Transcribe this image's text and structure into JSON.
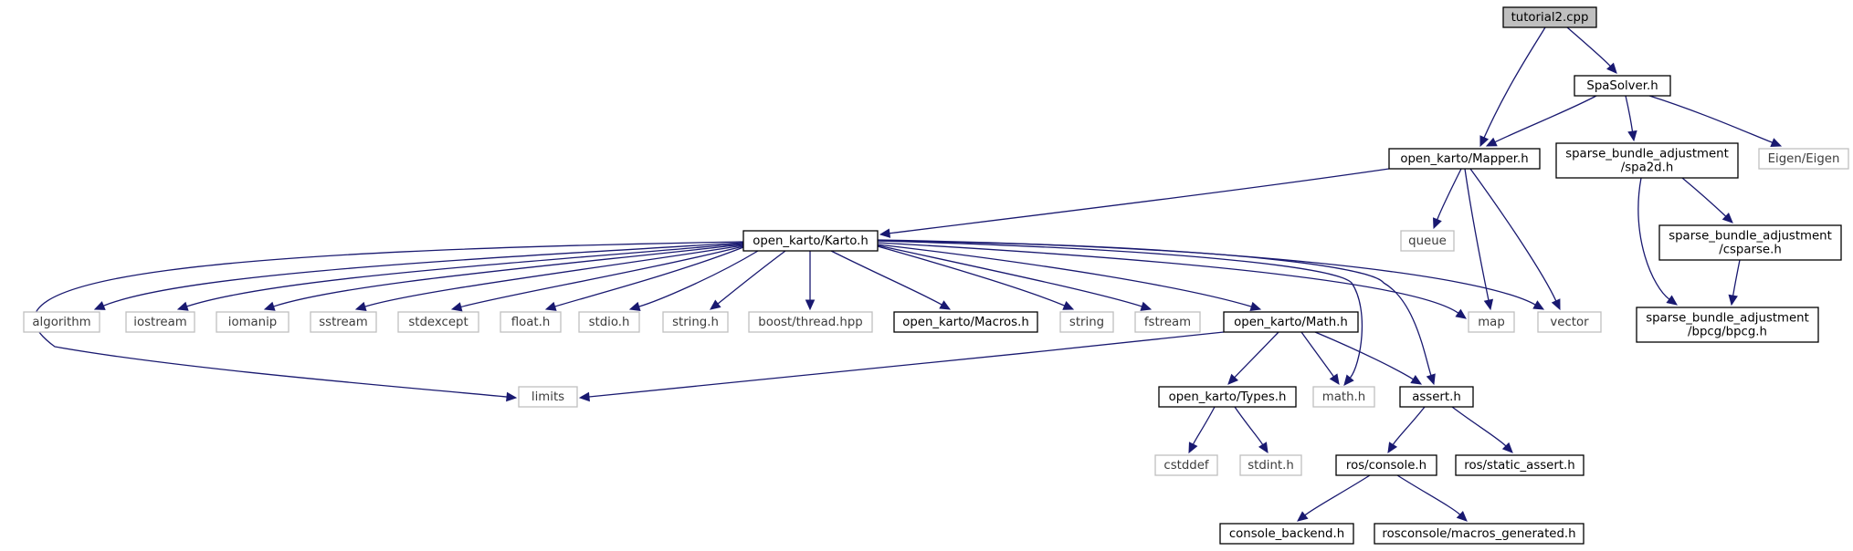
{
  "graph_title": "",
  "nodes": [
    {
      "id": "n_tutorial2",
      "lines": [
        "tutorial2.cpp"
      ],
      "kind": "root"
    },
    {
      "id": "n_spasolver",
      "lines": [
        "SpaSolver.h"
      ],
      "kind": "internal"
    },
    {
      "id": "n_mapper",
      "lines": [
        "open_karto/Mapper.h"
      ],
      "kind": "internal"
    },
    {
      "id": "n_spa2d",
      "lines": [
        "sparse_bundle_adjustment",
        "/spa2d.h"
      ],
      "kind": "internal"
    },
    {
      "id": "n_eigen",
      "lines": [
        "Eigen/Eigen"
      ],
      "kind": "external"
    },
    {
      "id": "n_karto",
      "lines": [
        "open_karto/Karto.h"
      ],
      "kind": "internal"
    },
    {
      "id": "n_queue",
      "lines": [
        "queue"
      ],
      "kind": "external"
    },
    {
      "id": "n_csparse",
      "lines": [
        "sparse_bundle_adjustment",
        "/csparse.h"
      ],
      "kind": "internal"
    },
    {
      "id": "n_bpcg",
      "lines": [
        "sparse_bundle_adjustment",
        "/bpcg/bpcg.h"
      ],
      "kind": "internal"
    },
    {
      "id": "n_algorithm",
      "lines": [
        "algorithm"
      ],
      "kind": "external"
    },
    {
      "id": "n_iostream",
      "lines": [
        "iostream"
      ],
      "kind": "external"
    },
    {
      "id": "n_iomanip",
      "lines": [
        "iomanip"
      ],
      "kind": "external"
    },
    {
      "id": "n_sstream",
      "lines": [
        "sstream"
      ],
      "kind": "external"
    },
    {
      "id": "n_stdexcept",
      "lines": [
        "stdexcept"
      ],
      "kind": "external"
    },
    {
      "id": "n_float",
      "lines": [
        "float.h"
      ],
      "kind": "external"
    },
    {
      "id": "n_stdio",
      "lines": [
        "stdio.h"
      ],
      "kind": "external"
    },
    {
      "id": "n_string_h",
      "lines": [
        "string.h"
      ],
      "kind": "external"
    },
    {
      "id": "n_boostthread",
      "lines": [
        "boost/thread.hpp"
      ],
      "kind": "external"
    },
    {
      "id": "n_macros",
      "lines": [
        "open_karto/Macros.h"
      ],
      "kind": "internal"
    },
    {
      "id": "n_string",
      "lines": [
        "string"
      ],
      "kind": "external"
    },
    {
      "id": "n_fstream",
      "lines": [
        "fstream"
      ],
      "kind": "external"
    },
    {
      "id": "n_math_karto",
      "lines": [
        "open_karto/Math.h"
      ],
      "kind": "internal"
    },
    {
      "id": "n_map",
      "lines": [
        "map"
      ],
      "kind": "external"
    },
    {
      "id": "n_vector",
      "lines": [
        "vector"
      ],
      "kind": "external"
    },
    {
      "id": "n_limits",
      "lines": [
        "limits"
      ],
      "kind": "external"
    },
    {
      "id": "n_types",
      "lines": [
        "open_karto/Types.h"
      ],
      "kind": "internal"
    },
    {
      "id": "n_math_h",
      "lines": [
        "math.h"
      ],
      "kind": "external"
    },
    {
      "id": "n_assert",
      "lines": [
        "assert.h"
      ],
      "kind": "internal"
    },
    {
      "id": "n_cstddef",
      "lines": [
        "cstddef"
      ],
      "kind": "external"
    },
    {
      "id": "n_stdint",
      "lines": [
        "stdint.h"
      ],
      "kind": "external"
    },
    {
      "id": "n_rosconsole",
      "lines": [
        "ros/console.h"
      ],
      "kind": "internal"
    },
    {
      "id": "n_staticassert",
      "lines": [
        "ros/static_assert.h"
      ],
      "kind": "internal"
    },
    {
      "id": "n_consolebackend",
      "lines": [
        "console_backend.h"
      ],
      "kind": "internal"
    },
    {
      "id": "n_macrosgen",
      "lines": [
        "rosconsole/macros_generated.h"
      ],
      "kind": "internal"
    }
  ],
  "edges": [
    {
      "from": "n_tutorial2",
      "to": "n_spasolver"
    },
    {
      "from": "n_tutorial2",
      "to": "n_mapper"
    },
    {
      "from": "n_spasolver",
      "to": "n_mapper"
    },
    {
      "from": "n_spasolver",
      "to": "n_spa2d"
    },
    {
      "from": "n_spasolver",
      "to": "n_eigen"
    },
    {
      "from": "n_mapper",
      "to": "n_karto"
    },
    {
      "from": "n_mapper",
      "to": "n_queue"
    },
    {
      "from": "n_mapper",
      "to": "n_map"
    },
    {
      "from": "n_mapper",
      "to": "n_vector"
    },
    {
      "from": "n_spa2d",
      "to": "n_csparse"
    },
    {
      "from": "n_spa2d",
      "to": "n_bpcg"
    },
    {
      "from": "n_csparse",
      "to": "n_bpcg"
    },
    {
      "from": "n_karto",
      "to": "n_algorithm"
    },
    {
      "from": "n_karto",
      "to": "n_iostream"
    },
    {
      "from": "n_karto",
      "to": "n_iomanip"
    },
    {
      "from": "n_karto",
      "to": "n_sstream"
    },
    {
      "from": "n_karto",
      "to": "n_stdexcept"
    },
    {
      "from": "n_karto",
      "to": "n_float"
    },
    {
      "from": "n_karto",
      "to": "n_stdio"
    },
    {
      "from": "n_karto",
      "to": "n_string_h"
    },
    {
      "from": "n_karto",
      "to": "n_boostthread"
    },
    {
      "from": "n_karto",
      "to": "n_macros"
    },
    {
      "from": "n_karto",
      "to": "n_string"
    },
    {
      "from": "n_karto",
      "to": "n_fstream"
    },
    {
      "from": "n_karto",
      "to": "n_math_karto"
    },
    {
      "from": "n_karto",
      "to": "n_map"
    },
    {
      "from": "n_karto",
      "to": "n_vector"
    },
    {
      "from": "n_karto",
      "to": "n_limits"
    },
    {
      "from": "n_karto",
      "to": "n_math_h"
    },
    {
      "from": "n_karto",
      "to": "n_assert"
    },
    {
      "from": "n_math_karto",
      "to": "n_limits"
    },
    {
      "from": "n_math_karto",
      "to": "n_types"
    },
    {
      "from": "n_math_karto",
      "to": "n_math_h"
    },
    {
      "from": "n_math_karto",
      "to": "n_assert"
    },
    {
      "from": "n_types",
      "to": "n_cstddef"
    },
    {
      "from": "n_types",
      "to": "n_stdint"
    },
    {
      "from": "n_assert",
      "to": "n_rosconsole"
    },
    {
      "from": "n_assert",
      "to": "n_staticassert"
    },
    {
      "from": "n_rosconsole",
      "to": "n_consolebackend"
    },
    {
      "from": "n_rosconsole",
      "to": "n_macrosgen"
    }
  ],
  "colors": {
    "edge": "#191970",
    "root_fill": "#bfbfbf",
    "external_border": "#bfbfbf",
    "internal_border": "#000000"
  }
}
